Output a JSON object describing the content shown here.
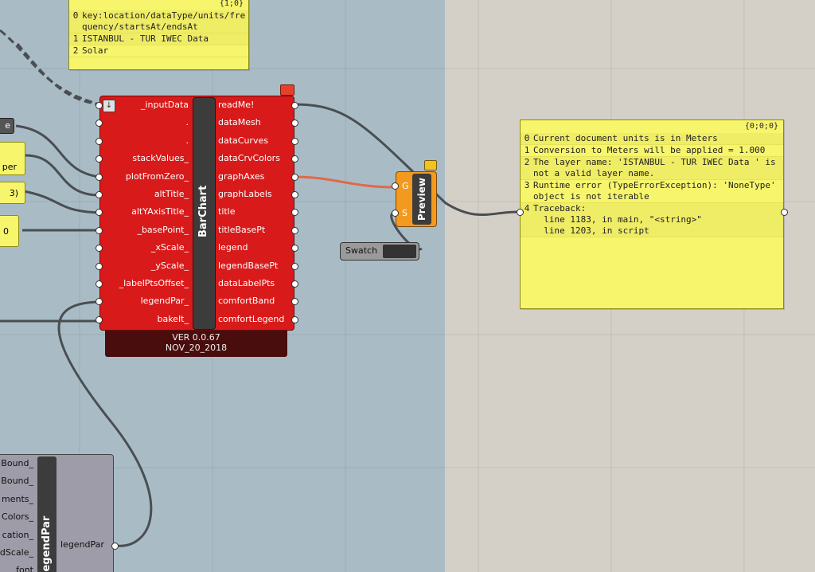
{
  "top_panel": {
    "header": "{1;0}",
    "rows": [
      {
        "index": "0",
        "text": "key:location/dataType/units/frequency/startsAt/endsAt"
      },
      {
        "index": "1",
        "text": "ISTANBUL - TUR IWEC Data"
      },
      {
        "index": "2",
        "text": "Solar"
      }
    ]
  },
  "left_partial": {
    "e_label": "e",
    "per_label": "per",
    "paren_label": "3)",
    "zero_label": "0"
  },
  "barchart": {
    "title": "BarChart",
    "inputs": [
      "_inputData",
      ".",
      ".",
      "stackValues_",
      "plotFromZero_",
      "altTitle_",
      "altYAxisTitle_",
      "_basePoint_",
      "_xScale_",
      "_yScale_",
      "_labelPtsOffset_",
      "legendPar_",
      "bakeIt_"
    ],
    "outputs": [
      "readMe!",
      "dataMesh",
      "dataCurves",
      "dataCrvColors",
      "graphAxes",
      "graphLabels",
      "title",
      "titleBasePt",
      "legend",
      "legendBasePt",
      "dataLabelPts",
      "comfortBand",
      "comfortLegend"
    ],
    "version": "VER 0.0.67",
    "date": "NOV_20_2018",
    "colors": {
      "body": "#d91a1a",
      "footer": "#4a0d0d",
      "warning": "#e8402a"
    }
  },
  "preview": {
    "title": "Preview",
    "inputs": [
      "G",
      "S"
    ],
    "color": "#f29a1f"
  },
  "swatch": {
    "label": "Swatch"
  },
  "output_panel": {
    "header": "{0;0;0}",
    "rows": [
      {
        "index": "0",
        "text": "Current document units is in Meters"
      },
      {
        "index": "1",
        "text": "Conversion to Meters will be applied = 1.000"
      },
      {
        "index": "2",
        "text": "The layer name: 'ISTANBUL - TUR IWEC Data ' is not a valid layer name."
      },
      {
        "index": "3",
        "text": "Runtime error (TypeErrorException): 'NoneType' object is not iterable"
      },
      {
        "index": "4",
        "text": "Traceback:\n  line 1183, in main, \"<string>\"\n  line 1203, in script"
      }
    ]
  },
  "legendpar": {
    "title": "legendPar",
    "inputs": [
      "Bound_",
      "Bound_",
      "ments_",
      "Colors_",
      "cation_",
      "dScale_",
      "font"
    ],
    "output": "legendPar"
  }
}
